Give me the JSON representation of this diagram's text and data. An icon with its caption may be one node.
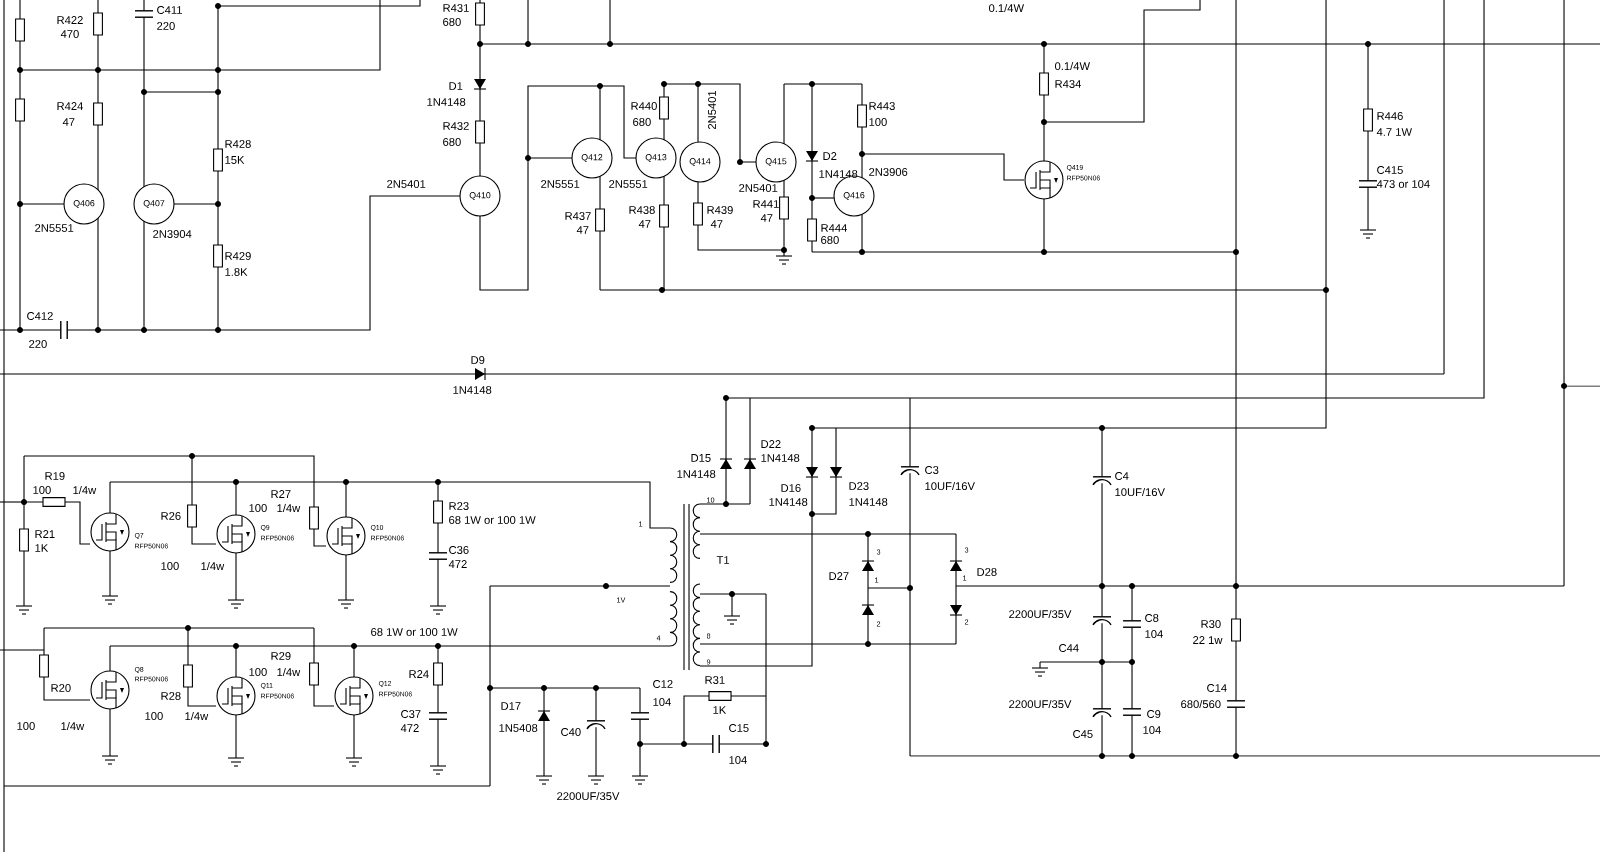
{
  "diagram": {
    "labels": [
      "R422",
      "470",
      "C411",
      "220",
      "R431",
      "680",
      "0.1/4W",
      "D1",
      "1N4148",
      "R424",
      "47",
      "R440",
      "680",
      "2N5401",
      "R443",
      "100",
      "0.1/4W",
      "R434",
      "R446",
      "4.7 1W",
      "R432",
      "680",
      "R428",
      "15K",
      "C415",
      "473 or 104",
      "D2",
      "1N4148",
      "2N3906",
      "Q419",
      "RFP50N06",
      "2N5401",
      "2N5551",
      "2N5551",
      "2N5401",
      "Q406",
      "Q407",
      "Q410",
      "Q412",
      "Q413",
      "Q414",
      "Q415",
      "Q416",
      "2N5551",
      "2N3904",
      "R437",
      "47",
      "R438",
      "47",
      "R439",
      "47",
      "R441",
      "47",
      "R444",
      "680",
      "R429",
      "1.8K",
      "C412",
      "220",
      "D9",
      "1N4148",
      "D22",
      "1N4148",
      "D15",
      "1N4148",
      "C3",
      "10UF/16V",
      "C4",
      "10UF/16V",
      "D16",
      "1N4148",
      "D23",
      "1N4148",
      "R19",
      "100",
      "1/4w",
      "R27",
      "1/4w",
      "100",
      "R23",
      "68 1W or 100 1W",
      "R26",
      "Q7",
      "RFP50N06",
      "Q9",
      "RFP50N06",
      "Q10",
      "RFP50N06",
      "R21",
      "1K",
      "10",
      "1",
      "C36",
      "472",
      "T1",
      "3",
      "3",
      "100",
      "1/4w",
      "D27",
      "1",
      "1",
      "D28",
      "1V",
      "2200UF/35V",
      "C8",
      "104",
      "R30",
      "22 1w",
      "2",
      "2",
      "4",
      "8",
      "68 1W or 100 1W",
      "C44",
      "R29",
      "1/4w",
      "9",
      "R24",
      "100",
      "Q8",
      "RFP50N06",
      "Q11",
      "RFP50N06",
      "Q12",
      "RFP50N06",
      "R20",
      "R28",
      "C12",
      "104",
      "R31",
      "1K",
      "C14",
      "680/560",
      "2200UF/35V",
      "D17",
      "C9",
      "100",
      "1/4w",
      "C37",
      "472",
      "1N5408",
      "100",
      "1/4w",
      "104",
      "C40",
      "C15",
      "104",
      "C45",
      "2200UF/35V"
    ]
  }
}
